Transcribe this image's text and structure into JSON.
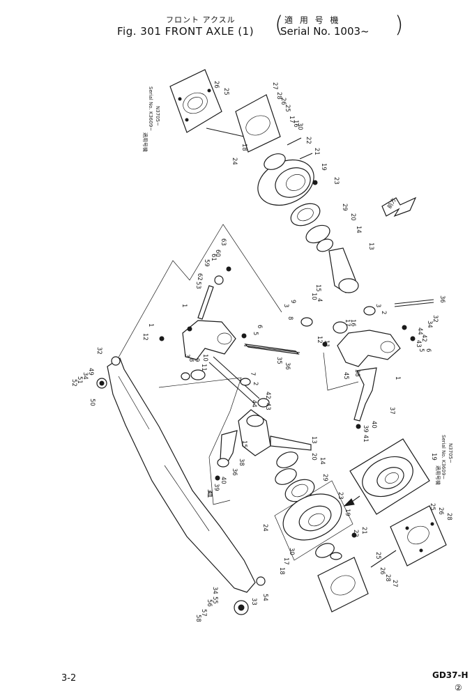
{
  "header": {
    "jp_title": "フロント アクスル",
    "jp_applicable": "適 用 号 機",
    "fig_title": "Fig. 301 FRONT AXLE (1)",
    "serial_title": "Serial No. 1003~",
    "paren_open": "(",
    "paren_close": ")"
  },
  "notes": {
    "top_left_jp": "適用号機",
    "top_left_serial": "Serial No. K3609~",
    "top_left_n": "N3705~",
    "right_jp": "適用号機",
    "right_serial": "Serial No. K3609~",
    "right_n": "N3705~",
    "direction_jp": "前方"
  },
  "labels": {
    "p1a": "1",
    "p1b": "1",
    "p1c": "1",
    "p2a": "2",
    "p2b": "2",
    "p3a": "3",
    "p3b": "3",
    "p3c": "3",
    "p4": "4",
    "p5a": "5",
    "p5b": "5",
    "p6a": "6",
    "p6b": "6",
    "p7": "7",
    "p8a": "8",
    "p8b": "8",
    "p9a": "9",
    "p9b": "9",
    "p10a": "10",
    "p10b": "10",
    "p11a": "11",
    "p11b": "11",
    "p12a": "12",
    "p12b": "12",
    "p13a": "13",
    "p13b": "13",
    "p14a": "14",
    "p14b": "14",
    "p15a": "15",
    "p15b": "15",
    "p16a": "16",
    "p16b": "16",
    "p17a": "17",
    "p17b": "17",
    "p17c": "17",
    "p18a": "18",
    "p18b": "18",
    "p19a": "19",
    "p19b": "19",
    "p19c": "19",
    "p20a": "20",
    "p20b": "20",
    "p21a": "21",
    "p21b": "21",
    "p22a": "22",
    "p22b": "22",
    "p23a": "23",
    "p23b": "23",
    "p24a": "24",
    "p24b": "24",
    "p25a": "25",
    "p25b": "25",
    "p25c": "25",
    "p25d": "25",
    "p26a": "26",
    "p26b": "26",
    "p26c": "26",
    "p26d": "26",
    "p27a": "27",
    "p27b": "27",
    "p28a": "28",
    "p28b": "28",
    "p28c": "28",
    "p29a": "29",
    "p29b": "29",
    "p30a": "30",
    "p30b": "30",
    "p31": "31",
    "p32": "32",
    "p33": "33",
    "p34a": "34",
    "p34b": "34",
    "p35": "35",
    "p36a": "36",
    "p36b": "36",
    "p37": "37",
    "p38a": "38",
    "p38b": "38",
    "p39a": "39",
    "p39b": "39",
    "p40a": "40",
    "p40b": "40",
    "p41a": "41",
    "p41b": "41",
    "p42a": "42",
    "p42b": "42",
    "p43a": "43",
    "p43b": "43",
    "p44a": "44",
    "p44b": "44",
    "p45": "45",
    "p49": "49",
    "p50": "50",
    "p51": "51",
    "p52": "52",
    "p53": "53",
    "p54": "54",
    "p55": "55",
    "p56": "56",
    "p57": "57",
    "p58": "58",
    "p59": "59",
    "p60": "60",
    "p61": "61",
    "p62": "62",
    "p63": "63"
  },
  "footer": {
    "page_num": "3-2",
    "model_code": "GD37-H",
    "sheet_num": "②"
  }
}
